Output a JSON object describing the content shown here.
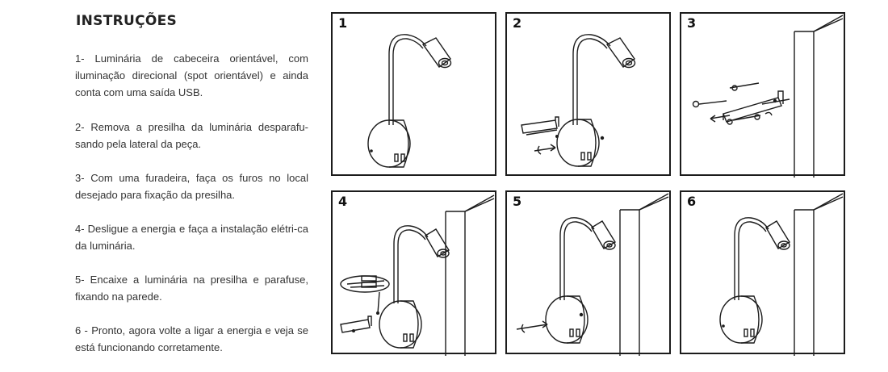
{
  "title": "INSTRUÇÕES",
  "steps": [
    {
      "text": "1- Luminária de cabeceira orientável, com iluminação direcional (spot orientável) e ainda conta com uma saída USB."
    },
    {
      "text": "2- Remova a presilha da luminária desparafu-sando pela lateral da peça."
    },
    {
      "text": "3- Com uma furadeira, faça os furos no local desejado para fixação da presilha."
    },
    {
      "text": "4- Desligue a energia e faça a instalação elétri-ca da luminária."
    },
    {
      "text": "5- Encaixe a luminária na presilha e parafuse, fixando na parede."
    },
    {
      "text": "6 - Pronto, agora volte a ligar a energia e veja se está funcionando corretamente."
    }
  ],
  "panels": [
    {
      "number": "1"
    },
    {
      "number": "2"
    },
    {
      "number": "3"
    },
    {
      "number": "4"
    },
    {
      "number": "5"
    },
    {
      "number": "6"
    }
  ],
  "colors": {
    "line": "#1c1c1c",
    "text": "#333333"
  }
}
